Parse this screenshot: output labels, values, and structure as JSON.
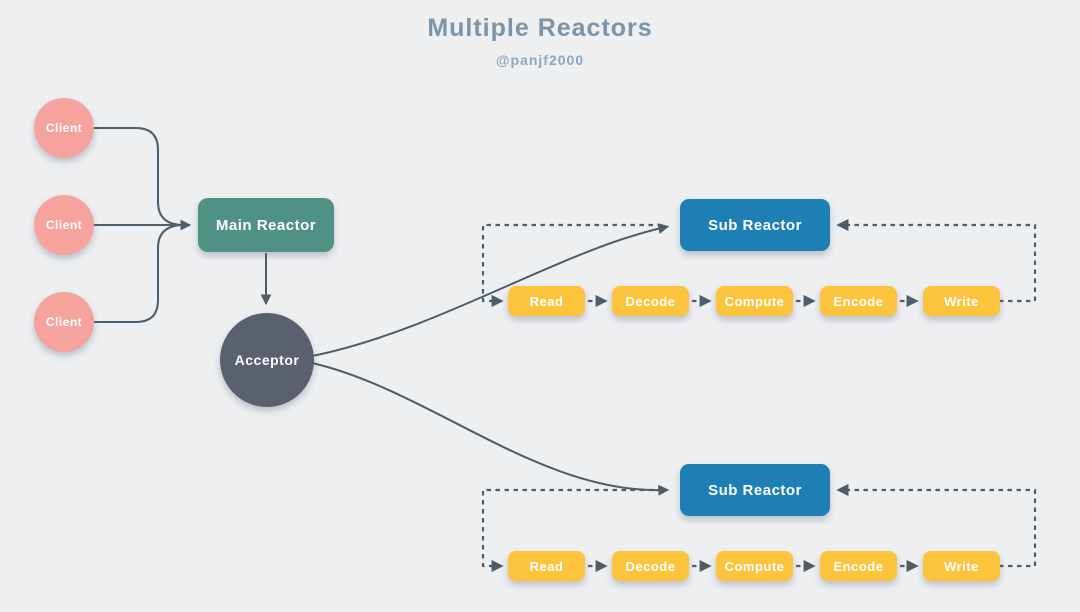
{
  "title": "Multiple Reactors",
  "subtitle": "@panjf2000",
  "clients": [
    {
      "label": "Client"
    },
    {
      "label": "Client"
    },
    {
      "label": "Client"
    }
  ],
  "main_reactor": {
    "label": "Main Reactor"
  },
  "acceptor": {
    "label": "Acceptor"
  },
  "sub_reactors": [
    {
      "label": "Sub Reactor"
    },
    {
      "label": "Sub Reactor"
    }
  ],
  "pipeline_steps": [
    "Read",
    "Decode",
    "Compute",
    "Encode",
    "Write"
  ],
  "colors": {
    "background": "#EDEFF1",
    "title_text": "#7B94A7",
    "subtitle_text": "#8FA7BA",
    "client_fill": "#F6A39D",
    "main_reactor_fill": "#4F9183",
    "acceptor_fill": "#5B606E",
    "sub_reactor_fill": "#1E7FB4",
    "pipeline_fill": "#FCC33C",
    "connector": "#4D5D6A",
    "node_text": "#FFFFFF"
  }
}
